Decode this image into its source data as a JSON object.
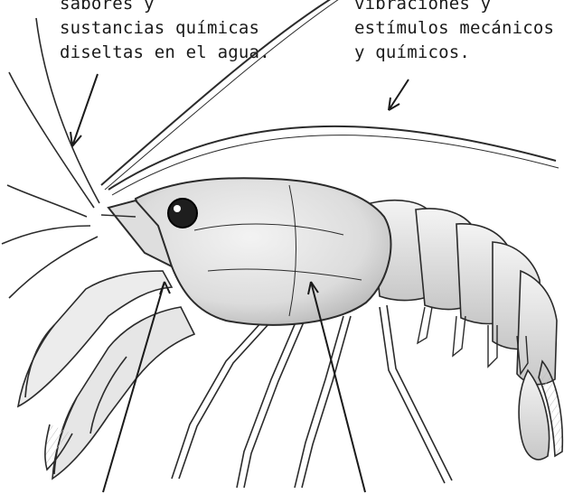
{
  "labels": {
    "left_lines": [
      "sabores y",
      "sustancias químicas",
      "diseltas en el agua."
    ],
    "right_lines": [
      "vibraciones y",
      "estímulos mecánicos",
      "y químicos."
    ]
  },
  "illustration": {
    "subject": "crayfish-sketch",
    "ink_color": "#2b2b2b",
    "shade_color": "#cfcfcf",
    "paper_color": "#ffffff"
  }
}
